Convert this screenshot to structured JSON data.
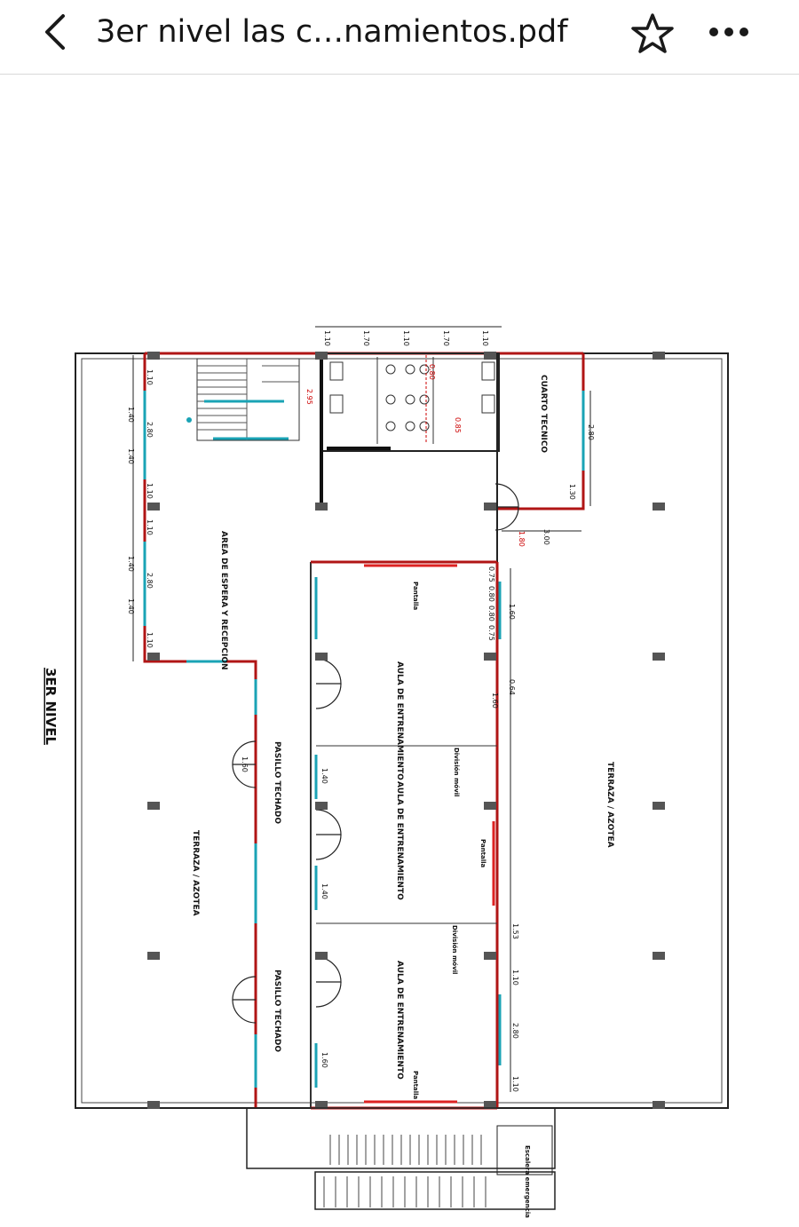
{
  "header": {
    "title": "3er nivel las c…namientos.pdf",
    "back_icon": "chevron-left-icon",
    "favorite_icon": "star-outline-icon",
    "more_icon": "more-horizontal-icon"
  },
  "plan": {
    "level_title": "3ER NIVEL",
    "rooms": {
      "reception": "AREA DE ESPERA Y RECEPCION",
      "storage": "CUARTO TECNICO",
      "training_1": "AULA DE ENTRENAMIENTO",
      "training_2": "AULA DE ENTRENAMIENTO",
      "training_3": "AULA DE ENTRENAMIENTO",
      "corridor_1": "PASILLO TECHADO",
      "corridor_2": "PASILLO TECHADO",
      "terrace_left": "TERRAZA / AZOTEA",
      "terrace_right": "TERRAZA / AZOTEA",
      "stairs_note": "Escalera emergencia"
    },
    "notes": {
      "pantalla_1": "Pantalla",
      "pantalla_2": "Pantalla",
      "pantalla_3": "Pantalla",
      "division_1": "División móvil",
      "division_2": "División móvil"
    },
    "dimensions": {
      "top": [
        "1.10",
        "1.70",
        "1.10",
        "1.70",
        "1.10"
      ],
      "left": [
        "1.10",
        "1.40",
        "2.80",
        "1.40",
        "1.10",
        "1.10",
        "1.40",
        "2.80",
        "1.40",
        "1.10"
      ],
      "stair_width": "2.95",
      "corridor_door": "1.60",
      "storage_window": "2.80",
      "storage_bottom": "1.30",
      "storage_width": "3.00",
      "hall_gap": "1.80",
      "room1_door": "1.60",
      "room1_win": [
        "0.75",
        "0.80",
        "0.80",
        "0.75"
      ],
      "room1_side": "1.60",
      "room1_small": "0.64",
      "room2_a": "1.40",
      "room2_b": "1.40",
      "room3_door": "1.60",
      "right_a": "1.53",
      "right_b": "1.10",
      "right_c": "2.80",
      "right_d": "1.10",
      "toilet_a": "0.80",
      "toilet_b": "0.85"
    }
  }
}
